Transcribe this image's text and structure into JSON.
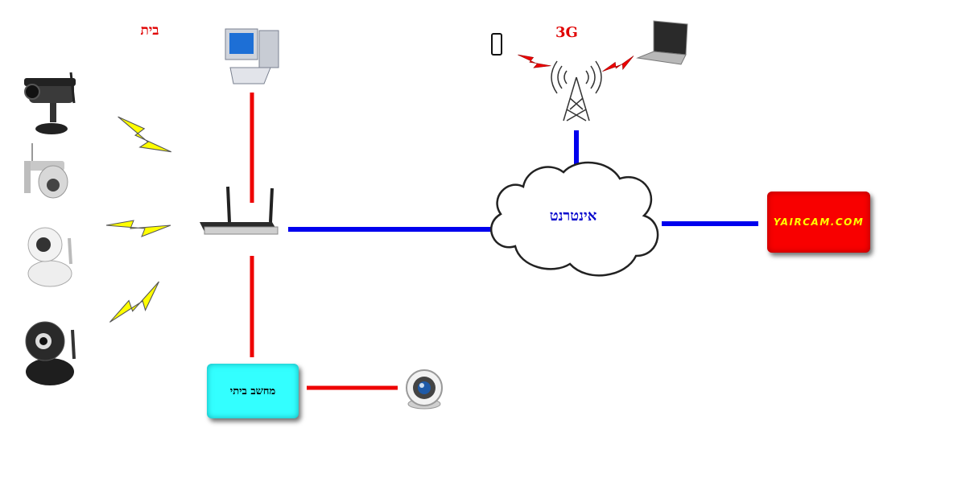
{
  "labels": {
    "home": "בית",
    "mobile_network": "3G",
    "internet": "אינטרנט",
    "site": "YAIRCAM.COM",
    "home_computer": "מחשב ביתי"
  },
  "colors": {
    "wired_link": "#ee0000",
    "internet_link": "#0000ee",
    "wireless_bolt": "#ffff00",
    "site_box": "#f80000",
    "pc_box": "#33ffff"
  },
  "icons": [
    "ip-camera-outdoor-icon",
    "ip-camera-ptz-icon",
    "ip-camera-white-icon",
    "ip-camera-black-icon",
    "desktop-computer-icon",
    "router-icon",
    "smartphone-icon",
    "cell-tower-icon",
    "laptop-icon",
    "cloud-icon",
    "webcam-icon",
    "lightning-bolt-icon"
  ]
}
